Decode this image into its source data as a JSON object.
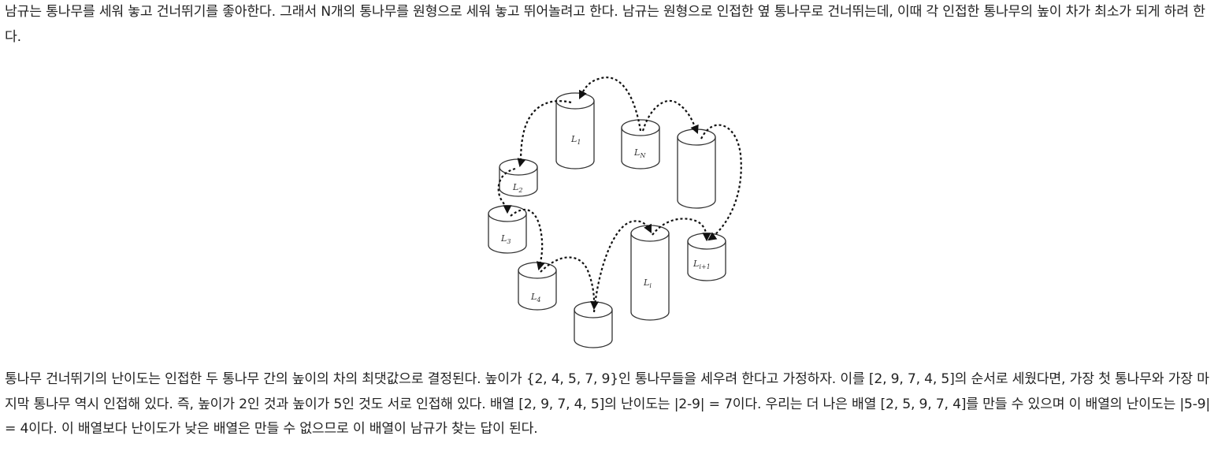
{
  "intro": "남규는 통나무를 세워 놓고 건너뛰기를 좋아한다. 그래서 N개의 통나무를 원형으로 세워 놓고 뛰어놀려고 한다. 남규는 원형으로 인접한 옆 통나무로 건너뛰는데, 이때 각 인접한 통나무의 높이 차가 최소가 되게 하려 한다.",
  "figure": {
    "log_labels": {
      "l1": "L",
      "l1_sub": "1",
      "ln": "L",
      "ln_sub": "N",
      "l2": "L",
      "l2_sub": "2",
      "l3": "L",
      "l3_sub": "3",
      "l4": "L",
      "l4_sub": "4",
      "li": "L",
      "li_sub": "i",
      "li1": "L",
      "li1_sub": "i+1"
    }
  },
  "explanation": "통나무 건너뛰기의 난이도는 인접한 두 통나무 간의 높이의 차의 최댓값으로 결정된다. 높이가 {2, 4, 5, 7, 9}인 통나무들을 세우려 한다고 가정하자. 이를 [2, 9, 7, 4, 5]의 순서로 세웠다면, 가장 첫 통나무와 가장 마지막 통나무 역시 인접해 있다. 즉, 높이가 2인 것과 높이가 5인 것도 서로 인접해 있다. 배열 [2, 9, 7, 4, 5]의 난이도는 |2-9| = 7이다. 우리는 더 나은 배열 [2, 5, 9, 7, 4]를 만들 수 있으며 이 배열의 난이도는 |5-9| = 4이다. 이 배열보다 난이도가 낮은 배열은 만들 수 없으므로 이 배열이 남규가 찾는 답이 된다."
}
